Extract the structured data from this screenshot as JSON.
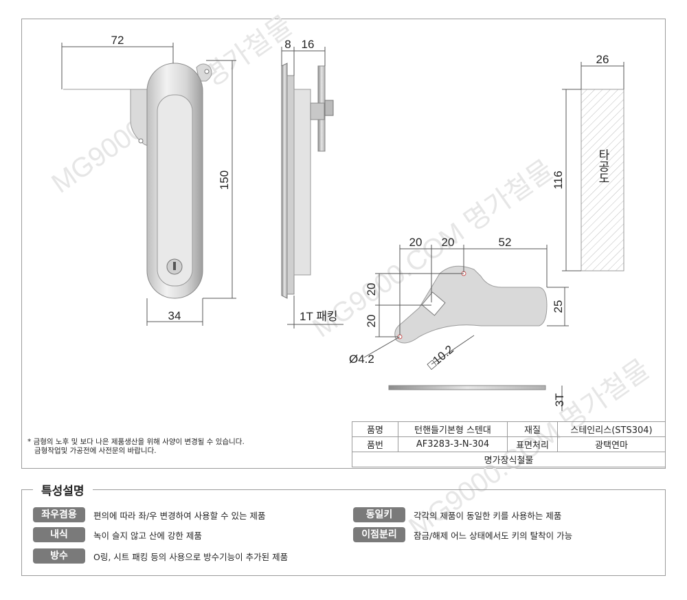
{
  "watermark": "MG9000.COM 명가철물",
  "drawings": {
    "front": {
      "width_top": "72",
      "height": "150",
      "width_bottom": "34"
    },
    "side": {
      "dim_a": "8",
      "dim_b": "16",
      "gasket": "1T 패킹"
    },
    "cam": {
      "dim_x1": "20",
      "dim_x2": "20",
      "dim_x3": "52",
      "dim_y1": "20",
      "dim_y2": "20",
      "dim_right": "25",
      "hole": "Ø4.2",
      "square": "□10.2",
      "thickness": "3T"
    },
    "cutout": {
      "width": "26",
      "height": "116",
      "label": "타공도"
    }
  },
  "spec": {
    "name_label": "품명",
    "name_value": "턴핸들기본형 스텐대",
    "material_label": "재질",
    "material_value": "스테인리스(STS304)",
    "part_label": "품번",
    "part_value": "AF3283-3-N-304",
    "finish_label": "표면처리",
    "finish_value": "광택연마",
    "maker": "명가장식철물"
  },
  "note": {
    "line1": "* 금형의 노후 및 보다 나은 제품생산을 위해 사양이 변경될 수 있습니다.",
    "line2": "금형작업및 가공전에 사전문의 바랍니다."
  },
  "features": {
    "title": "특성설명",
    "items": [
      {
        "badge": "좌우겸용",
        "text": "편의에 따라 좌/우 변경하여 사용할 수 있는 제품"
      },
      {
        "badge": "내식",
        "text": "녹이 슬지 않고 산에 강한 제품"
      },
      {
        "badge": "방수",
        "text": "O링, 시트 패킹 등의 사용으로 방수기능이 추가된 제품"
      },
      {
        "badge": "동일키",
        "text": "각각의 제품이 동일한 키를 사용하는 제품"
      },
      {
        "badge": "이점분리",
        "text": "잠금/해제 어느 상태에서도 키의 탈착이 가능"
      }
    ]
  },
  "colors": {
    "metal": "#d9d9d9",
    "metal_dark": "#a8a8a8",
    "badge": "#7a7a7a",
    "line": "#555555"
  }
}
